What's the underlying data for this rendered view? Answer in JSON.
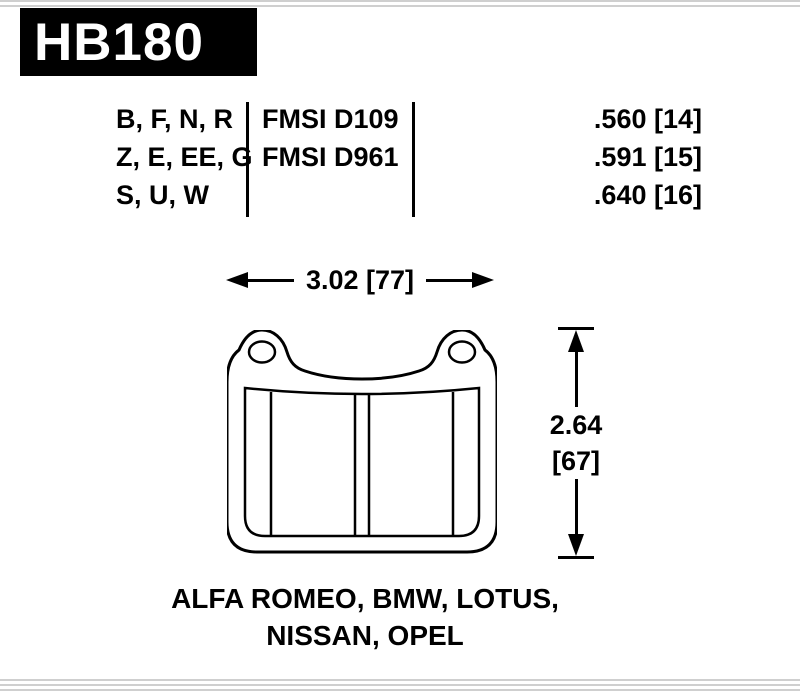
{
  "header": {
    "part_number": "HB180"
  },
  "spec_table": {
    "compound_rows": [
      "B, F, N, R",
      "Z, E, EE, G",
      "S, U, W"
    ],
    "fmsi_rows": [
      "FMSI D109",
      "FMSI D961"
    ],
    "thickness_rows": [
      ".560 [14]",
      ".591 [15]",
      ".640 [16]"
    ]
  },
  "dimensions": {
    "width_label": "3.02 [77]",
    "height_value": "2.64",
    "height_bracket": "[67]"
  },
  "applications": {
    "line1": "ALFA ROMEO, BMW, LOTUS,",
    "line2": "NISSAN, OPEL"
  },
  "colors": {
    "ink": "#000000",
    "background": "#ffffff",
    "stripe": "#cfcfcf"
  }
}
